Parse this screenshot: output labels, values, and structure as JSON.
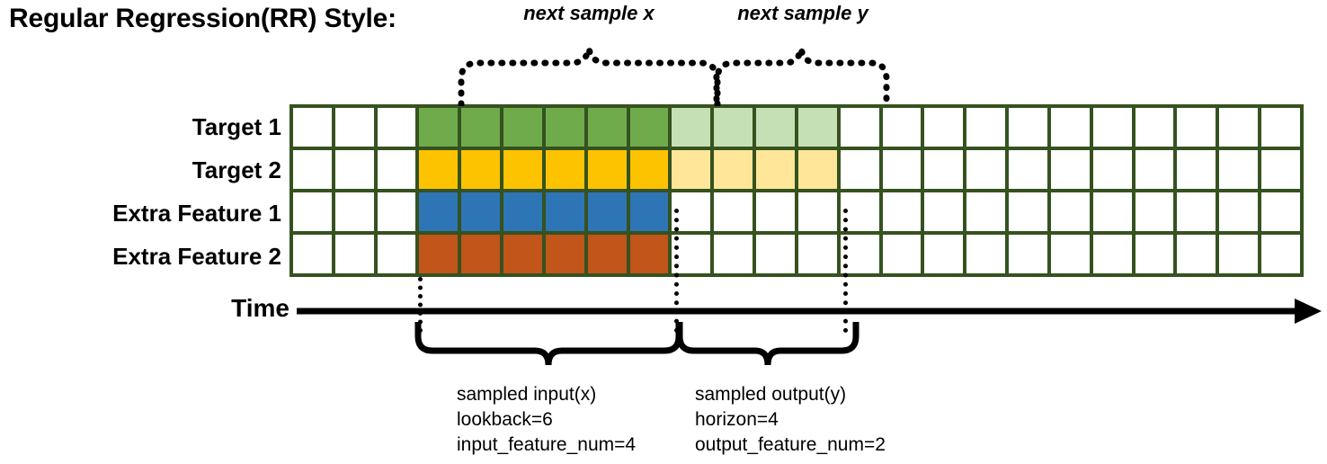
{
  "title": "Regular Regression(RR) Style:",
  "rows": [
    {
      "label": "Target 1",
      "name": "target-1"
    },
    {
      "label": "Target 2",
      "name": "target-2"
    },
    {
      "label": "Extra Feature 1",
      "name": "extra-feature-1"
    },
    {
      "label": "Extra Feature 2",
      "name": "extra-feature-2"
    }
  ],
  "grid": {
    "columns": 24,
    "rows": 4,
    "border_color": "#35521F",
    "cells": [
      [
        "white",
        "white",
        "white",
        "green",
        "green",
        "green",
        "green",
        "green",
        "green",
        "lgreen",
        "lgreen",
        "lgreen",
        "lgreen",
        "white",
        "white",
        "white",
        "white",
        "white",
        "white",
        "white",
        "white",
        "white",
        "white",
        "white"
      ],
      [
        "white",
        "white",
        "white",
        "gold",
        "gold",
        "gold",
        "gold",
        "gold",
        "gold",
        "lgold",
        "lgold",
        "lgold",
        "lgold",
        "white",
        "white",
        "white",
        "white",
        "white",
        "white",
        "white",
        "white",
        "white",
        "white",
        "white"
      ],
      [
        "white",
        "white",
        "white",
        "blue",
        "blue",
        "blue",
        "blue",
        "blue",
        "blue",
        "white",
        "white",
        "white",
        "white",
        "white",
        "white",
        "white",
        "white",
        "white",
        "white",
        "white",
        "white",
        "white",
        "white",
        "white"
      ],
      [
        "white",
        "white",
        "white",
        "orange",
        "orange",
        "orange",
        "orange",
        "orange",
        "orange",
        "white",
        "white",
        "white",
        "white",
        "white",
        "white",
        "white",
        "white",
        "white",
        "white",
        "white",
        "white",
        "white",
        "white",
        "white"
      ]
    ]
  },
  "colors": {
    "green": "#6FAB4B",
    "light_green": "#C5E0B4",
    "gold": "#FDC300",
    "light_gold": "#FFE699",
    "blue": "#2E75B6",
    "orange": "#C1551A",
    "grid_line": "#35521F",
    "ink": "#000000"
  },
  "time_axis": {
    "label": "Time"
  },
  "top_braces": [
    {
      "label": "next sample x",
      "name": "next-sample-x"
    },
    {
      "label": "next sample y",
      "name": "next-sample-y"
    }
  ],
  "bottom_annotations": [
    {
      "name": "sampled-input",
      "line1": "sampled input(x)",
      "line2": "lookback=6",
      "line3": "input_feature_num=4"
    },
    {
      "name": "sampled-output",
      "line1": "sampled output(y)",
      "line2": "horizon=4",
      "line3": "output_feature_num=2"
    }
  ]
}
